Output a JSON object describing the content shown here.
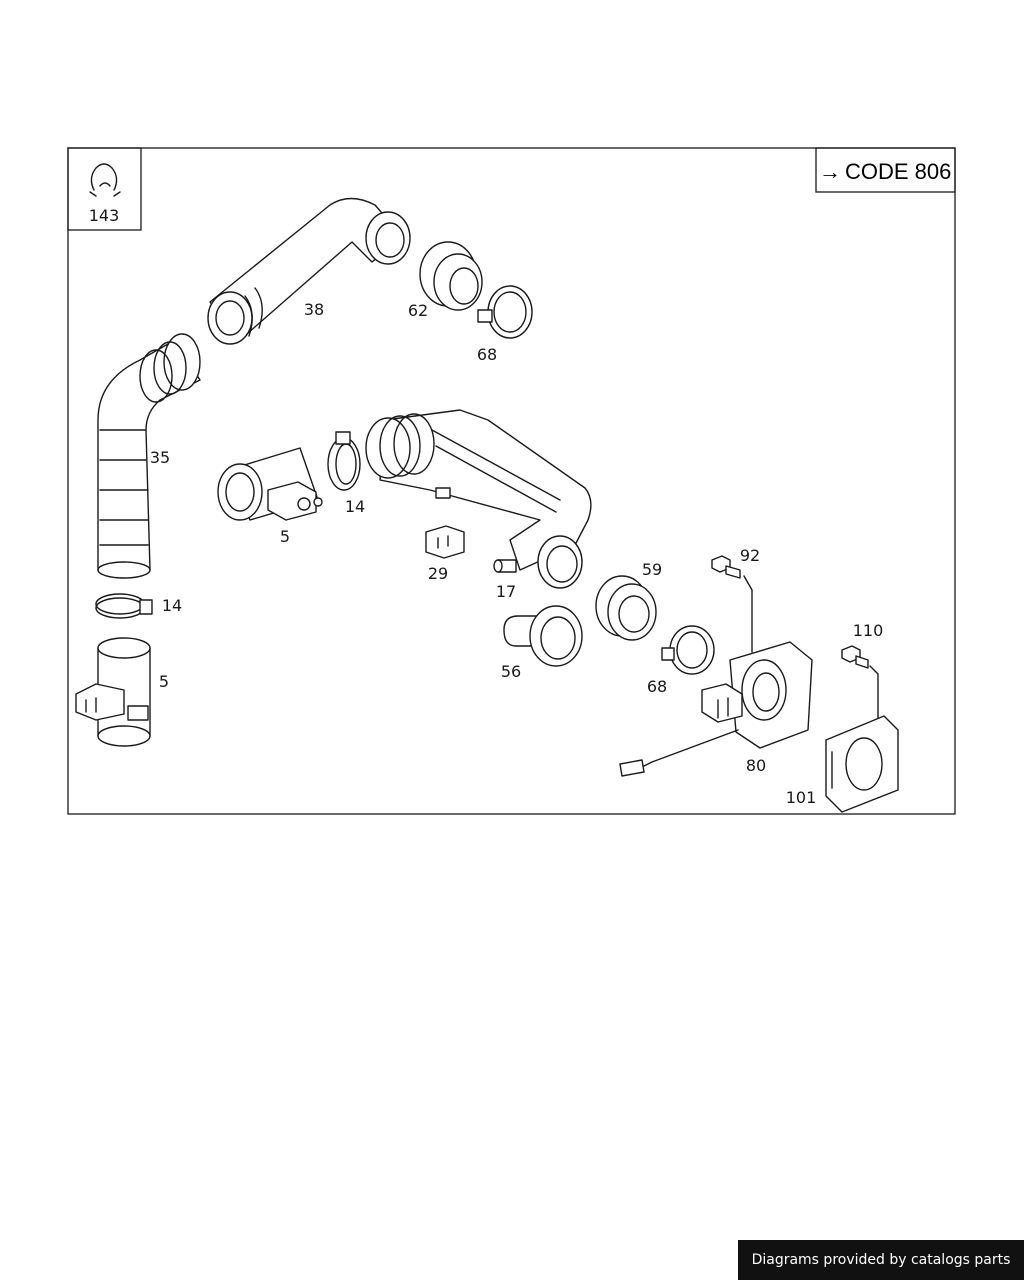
{
  "code_box": {
    "arrow": "→",
    "label": "CODE 806"
  },
  "clip_box": {
    "label": "143"
  },
  "callouts": [
    {
      "id": "38",
      "text": "38"
    },
    {
      "id": "62",
      "text": "62"
    },
    {
      "id": "68a",
      "text": "68"
    },
    {
      "id": "35",
      "text": "35"
    },
    {
      "id": "14a",
      "text": "14"
    },
    {
      "id": "5a",
      "text": "5"
    },
    {
      "id": "29",
      "text": "29"
    },
    {
      "id": "17",
      "text": "17"
    },
    {
      "id": "59",
      "text": "59"
    },
    {
      "id": "92",
      "text": "92"
    },
    {
      "id": "14b",
      "text": "14"
    },
    {
      "id": "5b",
      "text": "5"
    },
    {
      "id": "56",
      "text": "56"
    },
    {
      "id": "68b",
      "text": "68"
    },
    {
      "id": "110",
      "text": "110"
    },
    {
      "id": "80",
      "text": "80"
    },
    {
      "id": "101",
      "text": "101"
    }
  ],
  "footer": {
    "credit": "Diagrams provided by catalogs parts"
  }
}
